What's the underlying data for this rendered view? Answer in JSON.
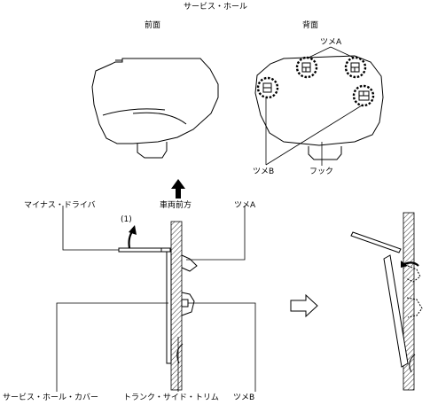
{
  "title": "サービス・ホール",
  "views": {
    "front": "前面",
    "back": "背面"
  },
  "callouts": {
    "claw_a_top": "ツメA",
    "claw_b_top": "ツメB",
    "hook": "フック",
    "vehicle_forward": "車両前方",
    "step": "(1)",
    "screwdriver": "マイナス・ドライバ",
    "claw_a": "ツメA",
    "cover": "サービス・ホール・カバー",
    "trim": "トランク・サイド・トリム",
    "claw_b": "ツメB"
  }
}
